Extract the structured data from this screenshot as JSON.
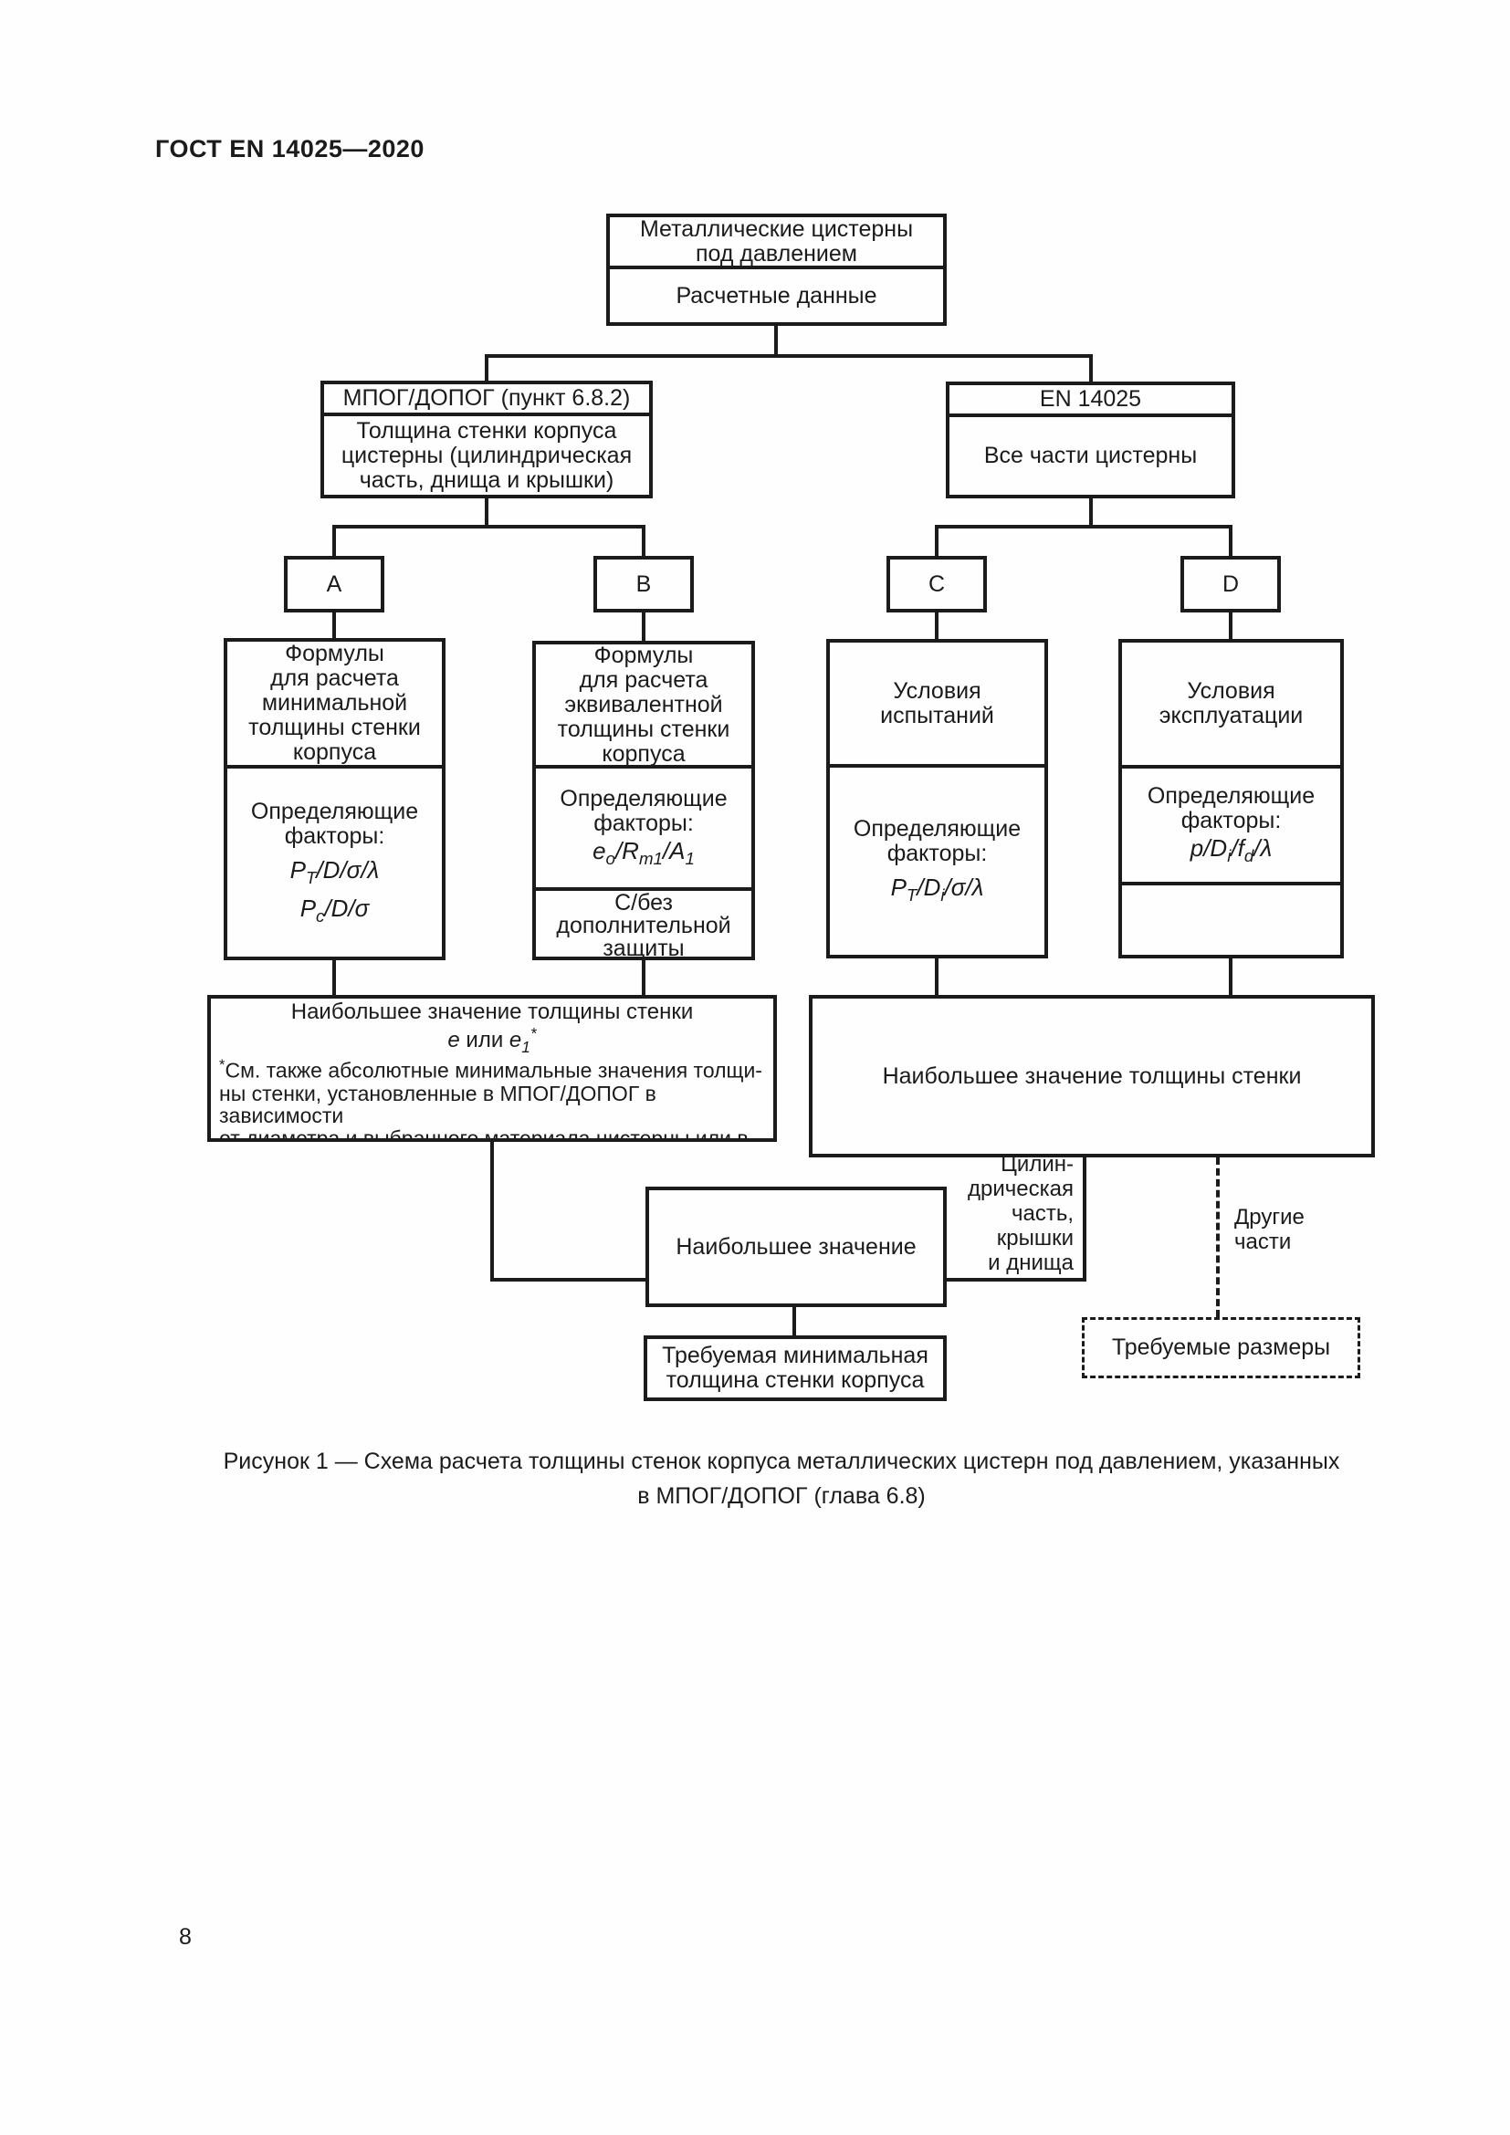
{
  "page": {
    "header": "ГОСТ EN 14025—2020",
    "page_number": "8",
    "caption": {
      "line1": "Рисунок 1 — Схема расчета толщины стенок корпуса металлических цистерн под давлением, указанных",
      "line2": "в МПОГ/ДОПОГ (глава 6.8)"
    }
  },
  "flowchart": {
    "root": {
      "title": "Металлические цистерны\nпод давлением",
      "subtitle": "Расчетные данные"
    },
    "left_branch": {
      "header": "МПОГ/ДОПОГ (пункт 6.8.2)",
      "body": "Толщина стенки корпуса\nцистерны (цилиндрическая\nчасть, днища и крышки)"
    },
    "right_branch": {
      "header": "EN 14025",
      "body": "Все части цистерны"
    },
    "nodes": {
      "a": {
        "letter": "A",
        "section1": "Формулы\nдля расчета\nминимальной\nтолщины стенки\nкорпуса",
        "factors_label": "Определяющие\nфакторы:",
        "formula1": [
          {
            "t": "P",
            "i": true
          },
          {
            "t": "T",
            "sub": true
          },
          {
            "t": "/D/σ/λ",
            "i": true
          }
        ],
        "formula2": [
          {
            "t": "P",
            "i": true
          },
          {
            "t": "c",
            "sub": true
          },
          {
            "t": "/D/σ",
            "i": true
          }
        ]
      },
      "b": {
        "letter": "B",
        "section1": "Формулы\nдля расчета\nэквивалентной\nтолщины стенки\nкорпуса",
        "factors_label": "Определяющие\nфакторы:",
        "formula1": [
          {
            "t": "e",
            "i": true
          },
          {
            "t": "o",
            "sub": true
          },
          {
            "t": "/R",
            "i": true
          },
          {
            "t": "m1",
            "sub": true
          },
          {
            "t": "/A",
            "i": true
          },
          {
            "t": "1",
            "sub": true
          }
        ],
        "section3": "С/без\nдополнительной\nзащиты"
      },
      "c": {
        "letter": "C",
        "section1": "Условия\nиспытаний",
        "factors_label": "Определяющие\nфакторы:",
        "formula1": [
          {
            "t": "P",
            "i": true
          },
          {
            "t": "T",
            "sub": true
          },
          {
            "t": "/D",
            "i": true
          },
          {
            "t": "i",
            "sub": true
          },
          {
            "t": "/σ/λ",
            "i": true
          }
        ]
      },
      "d": {
        "letter": "D",
        "section1": "Условия\nэксплуатации",
        "factors_label": "Определяющие\nфакторы:",
        "formula1": [
          {
            "t": "p",
            "i": true
          },
          {
            "t": "/D",
            "i": true
          },
          {
            "t": "i",
            "sub": true
          },
          {
            "t": "/f",
            "i": true
          },
          {
            "t": "d",
            "sub": true
          },
          {
            "t": "/λ",
            "i": true
          }
        ]
      }
    },
    "merge_left": {
      "title": "Наибольшее значение толщины стенки",
      "formula": [
        {
          "t": "е",
          "i": true
        },
        {
          "t": " или "
        },
        {
          "t": "е",
          "i": true
        },
        {
          "t": "1",
          "sub": true
        },
        {
          "t": "*",
          "sup": true
        }
      ],
      "footnote_star": "*",
      "footnote": "См. также абсолютные минимальные значения толщи-\nны стенки, установленные в МПОГ/ДОПОГ в зависимости\nот диаметра и выбранного материала цистерны или в за-\nвисимости от объема цистерны — в случае автоцистерн."
    },
    "merge_right": {
      "title": "Наибольшее значение толщины стенки"
    },
    "labels": {
      "cylindrical": "Цилин-\nдрическая\nчасть,\nкрышки\nи днища",
      "other_parts": "Другие\nчасти"
    },
    "final_left": "Наибольшее значение",
    "required_min": "Требуемая минимальная\nтолщина стенки корпуса",
    "required_dims": "Требуемые размеры"
  }
}
